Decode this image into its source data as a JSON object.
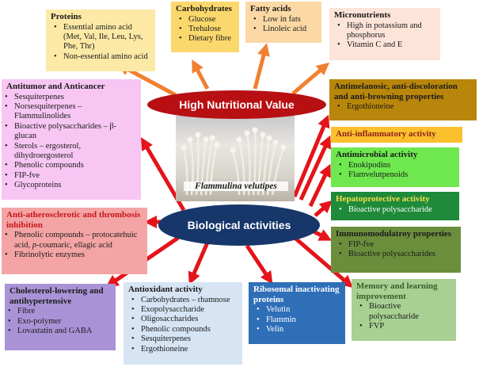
{
  "center": {
    "nutrition_label": "High Nutritional Value",
    "bio_label": "Biological activities",
    "photo_caption": "Flammulina velutipes",
    "colors": {
      "nutrition": "#b80f13",
      "bio": "#17376b",
      "arrow_orange": "#f08030",
      "arrow_red": "#e4141a"
    }
  },
  "nutrition": {
    "proteins": {
      "title": "Proteins",
      "items": [
        "Essential amino acid (Met, Val, Ile, Leu, Lys, Phe, Thr)",
        "Non-essential amino acid"
      ],
      "color": "#fde9a6"
    },
    "carbohydrates": {
      "title": "Carbohydrates",
      "items": [
        "Glucose",
        "Trehalose",
        "Dietary fibre"
      ],
      "color": "#fbd86c"
    },
    "fatty_acids": {
      "title": "Fatty acids",
      "items": [
        "Low in fats",
        "Linoleic acid"
      ],
      "color": "#fbd8a4"
    },
    "micronutrients": {
      "title": "Micronutrients",
      "items": [
        "High in potassium and phosphorus",
        "Vitamin C and E"
      ],
      "color": "#fde4d8"
    }
  },
  "activities": {
    "antitumor": {
      "title": "Antitumor and Anticancer",
      "items": [
        "Sesquiterpenes",
        "Norsesquiterpenes – Flammulinolides",
        "Bioactive polysaccharides – β-glucan",
        "Sterols – ergosterol, dihydroergosterol",
        "Phenolic compounds",
        "FIP-fve",
        "Glycoproteins"
      ],
      "color": "#f7c6f3"
    },
    "atherosclerotic": {
      "title": "Anti-atherosclerotic and thrombosis inhibition",
      "items_prefix": "Phenolic compounds – protocatehuic acid, ",
      "items_italic": "p",
      "items_suffix": "-coumaric, ellagic acid",
      "item2": "Fibrinolytic enzymes",
      "color": "#f4a4a4",
      "title_color": "#c8141a"
    },
    "cholesterol": {
      "title": "Cholesterol-lowering and antihypertensive",
      "items": [
        "Fibre",
        "Exo-polymer",
        "Lovastatin and GABA"
      ],
      "color": "#a993d6"
    },
    "antioxidant": {
      "title": "Antioxidant activity",
      "items": [
        "Carbohydrates – rhamnose",
        "Exopolysaccharide",
        "Oligosaccharides",
        "Phenolic compounds",
        "Sesquiterpenes",
        "Ergothioneine"
      ],
      "color": "#d6e4f4"
    },
    "ribosomal": {
      "title": "Ribosomal inactivating proteins",
      "items": [
        "Velutin",
        "Flammin",
        "Velin"
      ],
      "color": "#2f6fb8"
    },
    "memory": {
      "title": "Memory and learning improvement",
      "items": [
        "Bioactive polysaccharide",
        "FVP"
      ],
      "color": "#a8d092"
    },
    "antimelanosic": {
      "title": "Antimelanosic, anti-discoloration and anti-browning properties",
      "items": [
        "Ergothioneine"
      ],
      "color": "#b8860b"
    },
    "anti_inflammatory": {
      "title": "Anti-inflammatory activity",
      "color": "#fbc02d",
      "title_color": "#8a1e1e"
    },
    "antimicrobial": {
      "title": "Antimicrobial activity",
      "items": [
        "Enokipodins",
        "Flamvelutpenoids"
      ],
      "color": "#6ee84e"
    },
    "hepatoprotective": {
      "title": "Hepatoprotective activity",
      "items": [
        "Bioactive polysaccharide"
      ],
      "color": "#1e8a3a",
      "title_color": "#f4e04a"
    },
    "immunomodulatory": {
      "title": "Immunomodulatroy properties",
      "items": [
        "FIP-fve",
        "Bioactive polysaccharides"
      ],
      "color": "#6b8e3c"
    }
  }
}
